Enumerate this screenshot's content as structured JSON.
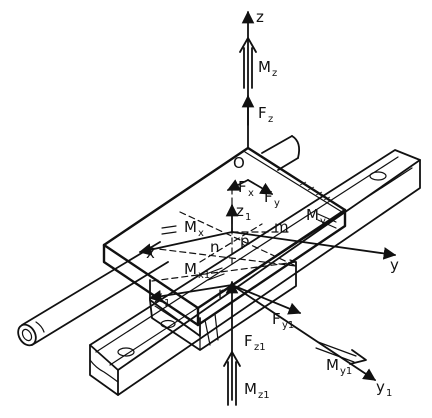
{
  "labels": {
    "z": "z",
    "Mz": "M",
    "Mz_sub": "z",
    "Fz": "F",
    "Fz_sub": "z",
    "O": "O",
    "Fx": "F",
    "Fx_sub": "x",
    "Fy": "F",
    "Fy_sub": "y",
    "z1": "z",
    "z1_sub": "1",
    "Mx": "M",
    "Mx_sub": "x",
    "My": "M",
    "My_sub": "y",
    "m": "m",
    "n": "n",
    "p": "p",
    "x": "x",
    "y": "y",
    "Mx1": "M",
    "Mx1_sub": "x1",
    "x1": "x",
    "x1_sub": "1",
    "r": "r",
    "Fy1": "F",
    "Fy1_sub": "y1",
    "Fz1": "F",
    "Fz1_sub": "z1",
    "My1": "M",
    "My1_sub": "y1",
    "Mz1": "M",
    "Mz1_sub": "z1",
    "y1": "y",
    "y1_sub": "1"
  },
  "colors": {
    "ink": "#111111",
    "background": "#ffffff"
  }
}
